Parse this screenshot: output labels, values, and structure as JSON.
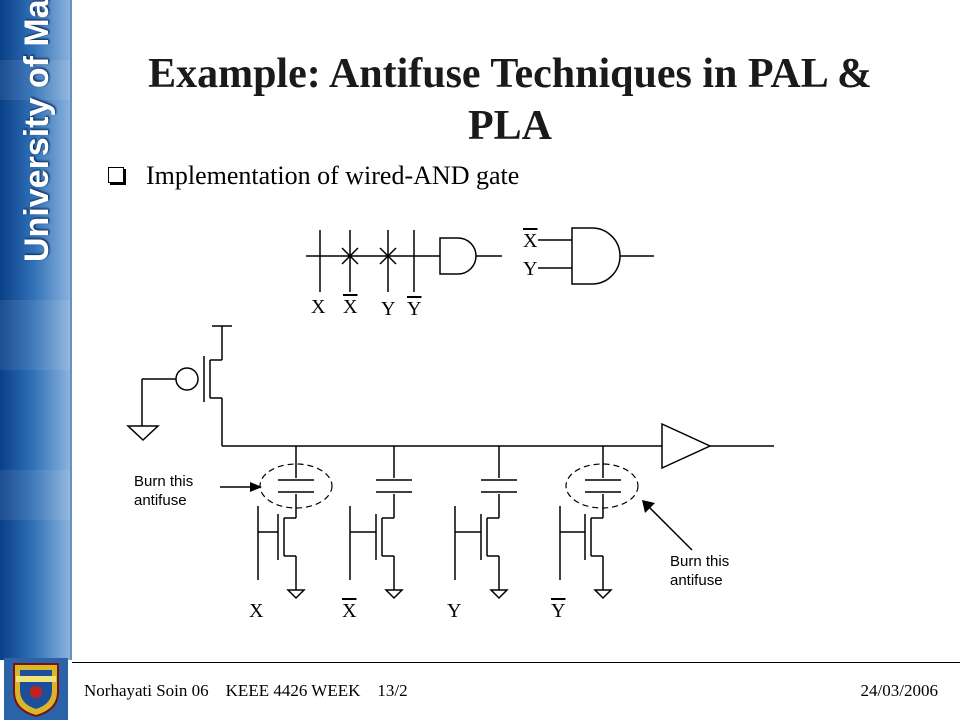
{
  "sidebar": {
    "university_text": "University of Malaya"
  },
  "slide": {
    "title": "Example: Antifuse Techniques in PAL & PLA",
    "bullet": "Implementation of wired-AND gate"
  },
  "diagram": {
    "top_inputs": [
      "X",
      "X",
      "Y",
      "Y"
    ],
    "gate_inputs": [
      "X",
      "Y"
    ],
    "bottom_inputs": [
      "X",
      "X",
      "Y",
      "Y"
    ],
    "callout_left": "Burn this antifuse",
    "callout_right": "Burn this antifuse"
  },
  "footer": {
    "left": "Norhayati Soin 06    KEEE 4426 WEEK    13/2",
    "date": "24/03/2006"
  }
}
